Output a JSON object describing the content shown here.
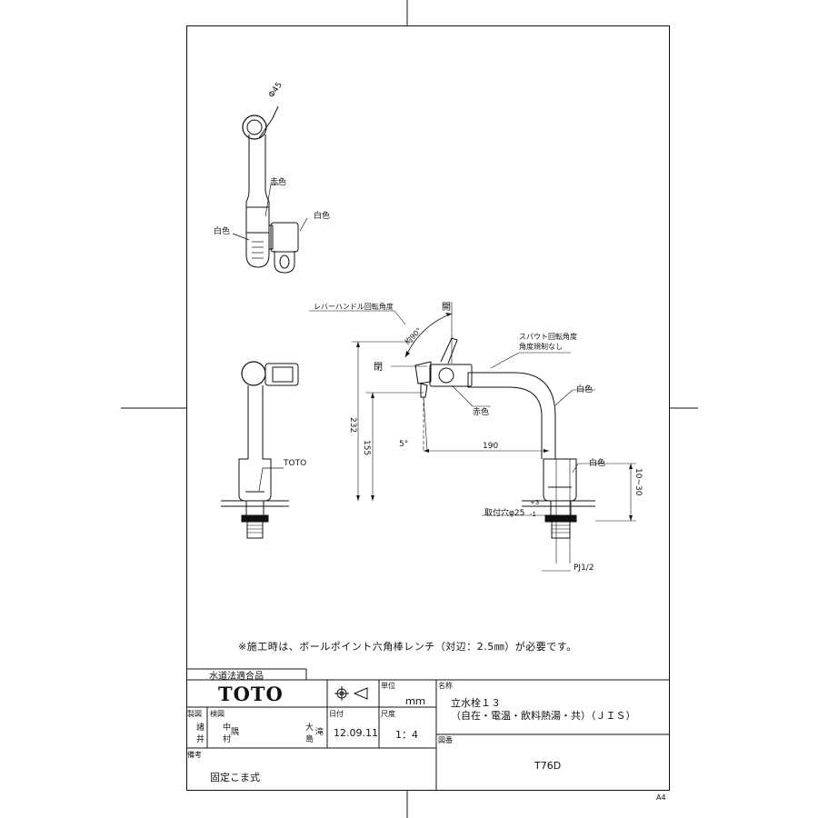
{
  "annotations": {
    "dia45": "Φ45",
    "red_top": "赤色",
    "white_left_top": "白色",
    "white_right_top": "白色",
    "toto_side": "TOTO",
    "lever_angle": "レバーハンドル回転角度",
    "angle_90": "約90°",
    "open": "開",
    "close": "閉",
    "spout_angle_1": "スパウト回転角度",
    "spout_angle_2": "角度規制なし",
    "white_spout": "白色",
    "red_front": "赤色",
    "white_base": "白色",
    "deg5": "5°",
    "dim190": "190",
    "dim232": "232",
    "dim155": "155",
    "dim10_30": "10~30",
    "mount_hole": "取付穴φ25",
    "tol_plus": "+3",
    "tol_minus": "-1",
    "pj": "PJ1/2"
  },
  "note": "※施工時は、ボールポイント六角棒レンチ（対辺：2.5㎜）が必要です。",
  "title_block": {
    "compliance": "水道法適合品",
    "brand": "TOTO",
    "unit_head": "単位",
    "unit": "ｍｍ",
    "name_head": "名称",
    "name_line1": "立水栓１３",
    "name_line2": "（自在・電温・飲料熱湯・共）（ＪＩＳ）",
    "made_head": "製図",
    "made_name_1": "諸",
    "made_name_2": "井",
    "check_head": "検図",
    "check_name_1": "中",
    "check_name_2": "村",
    "check_name_3": "隅",
    "approve_1": "大",
    "approve_2": "島",
    "approve_3": "滝",
    "date_head": "日付",
    "date": "12.09.11",
    "scale_head": "尺度",
    "scale": "1：4",
    "drawing_no_head": "図番",
    "drawing_no": "T76D",
    "remarks_head": "備考",
    "remarks": "固定こま式"
  },
  "sheet_size": "A4"
}
